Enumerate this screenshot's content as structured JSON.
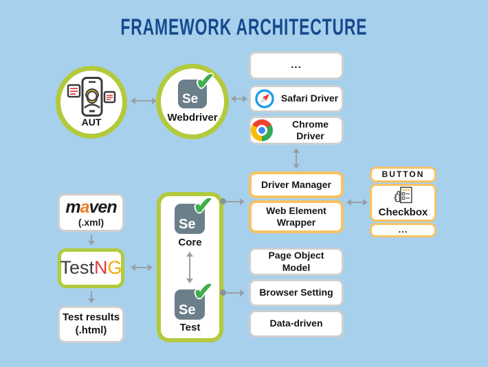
{
  "title": "FRAMEWORK ARCHITECTURE",
  "se_logo": "Se",
  "icons": {
    "check": "✔"
  },
  "aut": {
    "label": "AUT"
  },
  "webdriver": {
    "label": "Webdriver"
  },
  "driver_stack": [
    "...",
    "Safari Driver",
    "Chrome Driver"
  ],
  "driver_manager": "Driver Manager",
  "web_element_wrapper": "Web Element Wrapper",
  "ui_controls": {
    "button": "BUTTON",
    "checkbox": "Checkbox",
    "more": "..."
  },
  "maven": {
    "part1": "m",
    "part2": "a",
    "part3": "ven",
    "subtitle": "(.xml)"
  },
  "testng": {
    "part1": "Test",
    "part2": "N",
    "part3": "G"
  },
  "test_results": {
    "line1": "Test results",
    "line2": "(.html)"
  },
  "se_box": {
    "core": "Core",
    "test": "Test"
  },
  "pom_stack": [
    "Page Object Model",
    "Browser Setting",
    "Data-driven"
  ],
  "colors": {
    "background": "#a7d0ec",
    "title": "#17498f",
    "green_border": "#b2ca3c",
    "orange_border": "#f9c25f",
    "gray_border": "#cfcfcf",
    "arrow": "#97a0a6",
    "se_gray": "#6b7f8a",
    "check_green": "#3faf4c",
    "maven_accent": "#ef7d22",
    "testng_red": "#e23a3f",
    "testng_yellow": "#f0a800"
  }
}
